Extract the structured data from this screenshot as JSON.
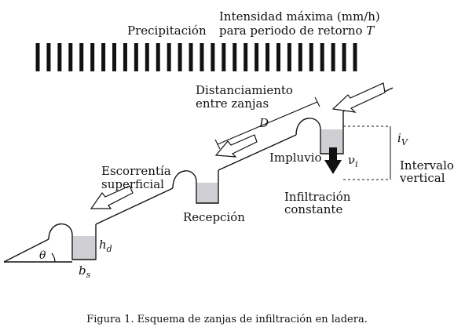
{
  "precipitation_label": "Precipitación",
  "intensity_label": {
    "line1": "Intensidad máxima (mm/h)",
    "line2": "para periodo de retorno ",
    "line2_symbol": "T"
  },
  "spacing_label": {
    "line1": "Distanciamiento",
    "line2": "entre zanjas",
    "symbol": "D"
  },
  "runoff_label": {
    "line1": "Escorrentía",
    "line2": "superficial"
  },
  "impluvio_label": "Impluvio",
  "infiltration_velocity_label": {
    "base": "ν",
    "subscript": "i"
  },
  "vertical_depth_label": {
    "base": "i",
    "subscript": "V"
  },
  "vertical_interval_label": {
    "line1": "Intervalo",
    "line2": "vertical"
  },
  "constant_infiltration_label": {
    "line1": "Infiltración",
    "line2": "constante"
  },
  "reception_label": "Recepción",
  "angle_label": "θ",
  "ditch_depth_label": {
    "base": "h",
    "subscript": "d"
  },
  "ditch_width_label": {
    "base": "b",
    "subscript": "s"
  },
  "caption": "Figura 1. Esquema de zanjas de infiltración en ladera.",
  "colors": {
    "water": "#cfcfd3",
    "ink": "#111111"
  }
}
